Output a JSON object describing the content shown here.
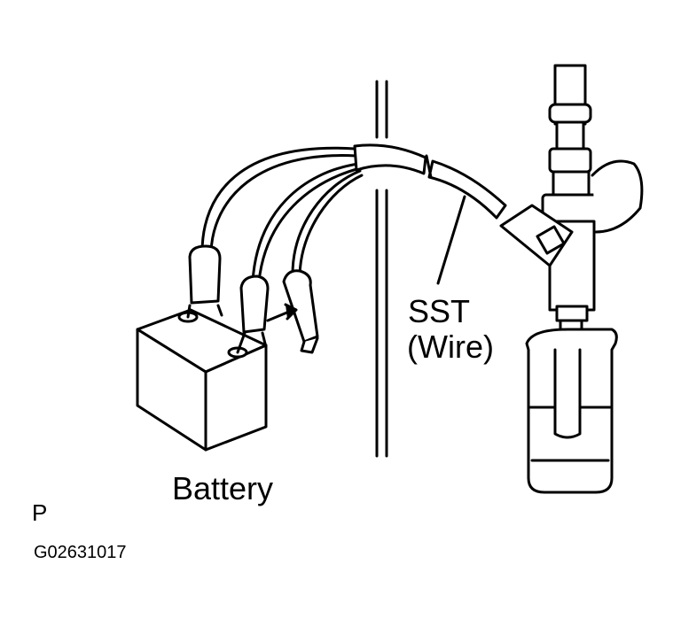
{
  "labels": {
    "sst": "SST",
    "wire": "(Wire)",
    "battery": "Battery",
    "p": "P",
    "figure_code": "G02631017"
  }
}
